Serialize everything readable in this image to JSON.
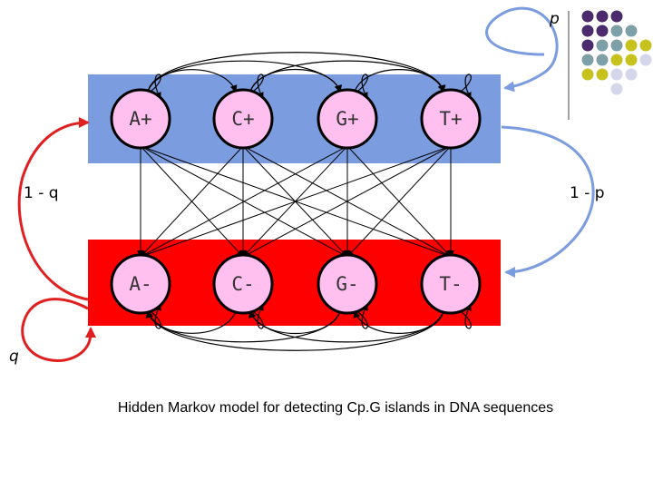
{
  "caption": "Hidden Markov model for detecting Cp.G islands in DNA sequences",
  "states_plus": [
    "A+",
    "C+",
    "G+",
    "T+"
  ],
  "states_minus": [
    "A-",
    "C-",
    "G-",
    "T-"
  ],
  "labels": {
    "p_top": "p",
    "one_minus_q": "1 - q",
    "one_minus_p": "1 - p",
    "q_bottom": "q"
  },
  "colors": {
    "plus_box": "#7b9cdf",
    "minus_box": "#ff0000",
    "node_fill": "#ffc0f0",
    "node_stroke": "#000000",
    "arrow_red": "#e02020",
    "arrow_blue": "#7b9cdf",
    "dot_purple": "#4b2a6e",
    "dot_teal": "#7f9fa6",
    "dot_olive": "#c8c21e",
    "dot_lavender": "#d6d6ea"
  },
  "dot_grid": [
    [
      "dot_purple",
      "dot_purple",
      "dot_purple",
      "",
      ""
    ],
    [
      "dot_purple",
      "dot_purple",
      "dot_teal",
      "dot_teal",
      ""
    ],
    [
      "dot_purple",
      "dot_teal",
      "dot_teal",
      "dot_olive",
      "dot_olive"
    ],
    [
      "dot_teal",
      "dot_teal",
      "dot_olive",
      "dot_olive",
      "dot_lavender"
    ],
    [
      "dot_olive",
      "dot_olive",
      "dot_lavender",
      "dot_lavender",
      ""
    ],
    [
      "",
      "",
      "dot_lavender",
      "",
      ""
    ]
  ]
}
